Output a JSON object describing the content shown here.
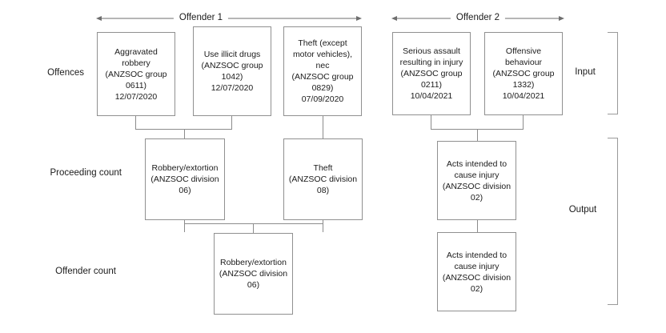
{
  "diagram": {
    "title_hidden": "",
    "line_color": "#8c8c8c",
    "box_border_color": "#909090",
    "text_color": "#1b1b1b",
    "background": "#ffffff",
    "span_labels": [
      {
        "id": "offender-1",
        "text": "Offender 1"
      },
      {
        "id": "offender-2",
        "text": "Offender 2"
      }
    ],
    "row_labels": [
      {
        "id": "offences",
        "text": "Offences"
      },
      {
        "id": "proceeding-count",
        "text": "Proceeding count"
      },
      {
        "id": "offender-count",
        "text": "Offender count"
      }
    ],
    "side_labels": [
      {
        "id": "input",
        "text": "Input"
      },
      {
        "id": "output",
        "text": "Output"
      }
    ],
    "nodes": {
      "offence_1": "Aggravated\nrobbery\n(ANZSOC group\n0611)\n12/07/2020",
      "offence_2": "Use illicit drugs\n(ANZSOC group\n1042)\n12/07/2020",
      "offence_3": "Theft (except\nmotor vehicles),\nnec\n(ANZSOC group\n0829)\n07/09/2020",
      "offence_4": "Serious assault\nresulting in injury\n(ANZSOC group\n0211)\n10/04/2021",
      "offence_5": "Offensive\nbehaviour\n(ANZSOC group\n1332)\n10/04/2021",
      "proceeding_1": "Robbery/extortion\n(ANZSOC division\n06)",
      "proceeding_2": "Theft\n(ANZSOC division\n08)",
      "proceeding_3": "Acts intended to\ncause injury\n(ANZSOC division\n02)",
      "offender_1": "Robbery/extortion\n(ANZSOC division\n06)",
      "offender_2": "Acts intended to\ncause injury\n(ANZSOC division\n02)"
    }
  }
}
